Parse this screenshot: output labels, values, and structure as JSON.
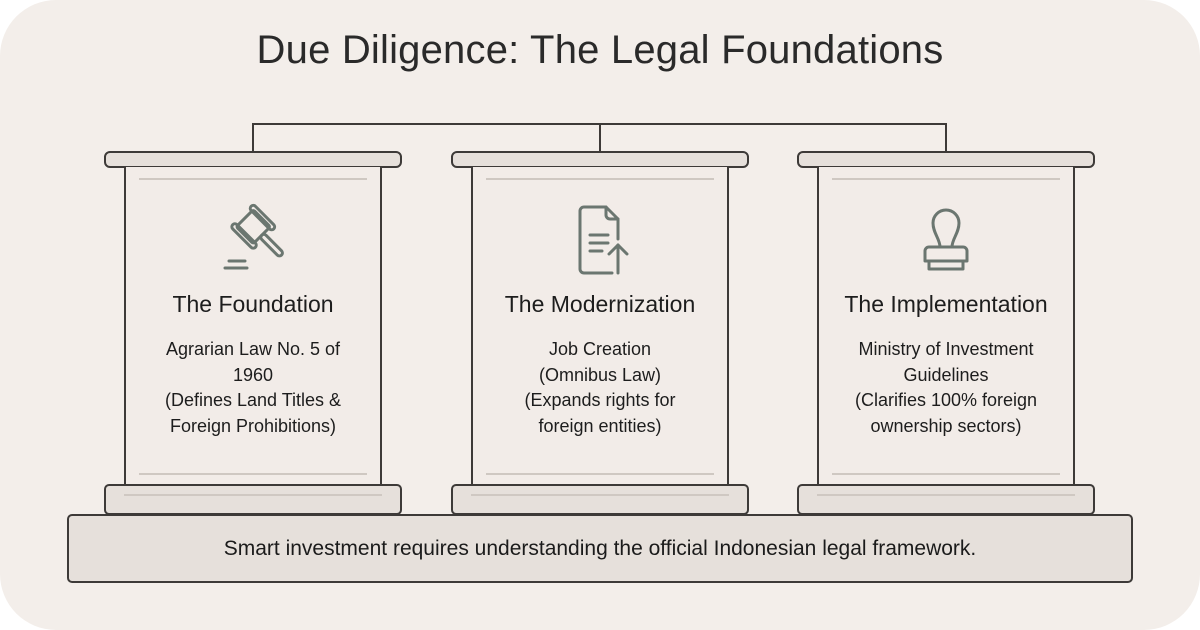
{
  "title": "Due Diligence: The Legal Foundations",
  "colors": {
    "background": "#f3eeea",
    "panel": "#e6e0db",
    "outline": "#3d3a38",
    "icon": "#6b7670",
    "text": "#1d1d1d"
  },
  "pillars": [
    {
      "icon": "gavel-icon",
      "title": "The Foundation",
      "description_lines": [
        "Agrarian Law No. 5 of",
        "1960",
        "(Defines Land Titles &",
        "Foreign Prohibitions)"
      ]
    },
    {
      "icon": "document-upload-icon",
      "title": "The Modernization",
      "description_lines": [
        "Job Creation",
        "(Omnibus Law)",
        "(Expands rights for",
        "foreign entities)"
      ]
    },
    {
      "icon": "stamp-icon",
      "title": "The Implementation",
      "description_lines": [
        "Ministry of Investment",
        "Guidelines",
        "(Clarifies 100% foreign",
        "ownership sectors)"
      ]
    }
  ],
  "banner": {
    "text": "Smart investment requires understanding the official Indonesian legal framework."
  }
}
